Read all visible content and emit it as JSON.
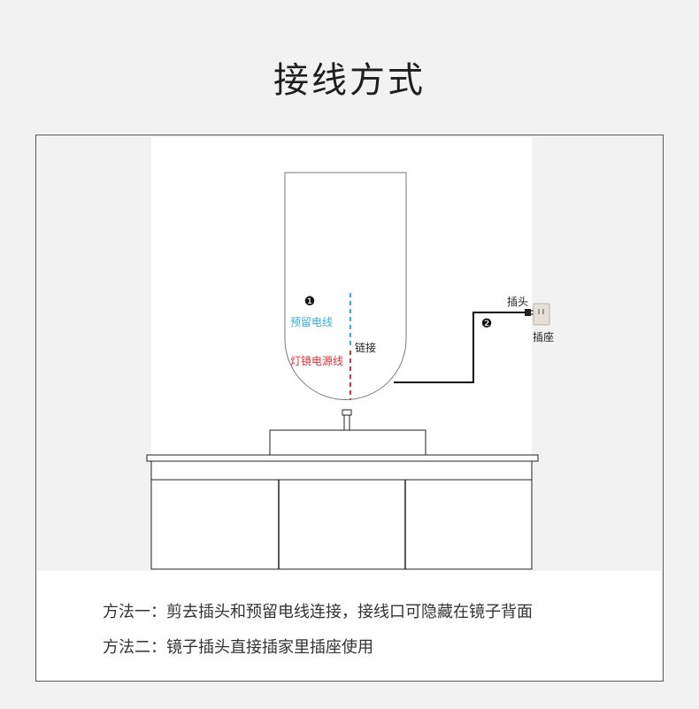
{
  "title": "接线方式",
  "diagram": {
    "marker_1": "❶",
    "marker_2": "❷",
    "reserved_wire_label": "预留电线",
    "mirror_power_label": "灯镜电源线",
    "link_label": "链接",
    "plug_label": "插头",
    "socket_label": "插座",
    "colors": {
      "reserved_wire": "#3aaee0",
      "mirror_power": "#e0303a",
      "outline": "#222222",
      "mirror_outline": "#7a7a7a"
    }
  },
  "methods": {
    "method_1": "方法一：剪去插头和预留电线连接，接线口可隐藏在镜子背面",
    "method_2": "方法二：镜子插头直接插家里插座使用"
  }
}
